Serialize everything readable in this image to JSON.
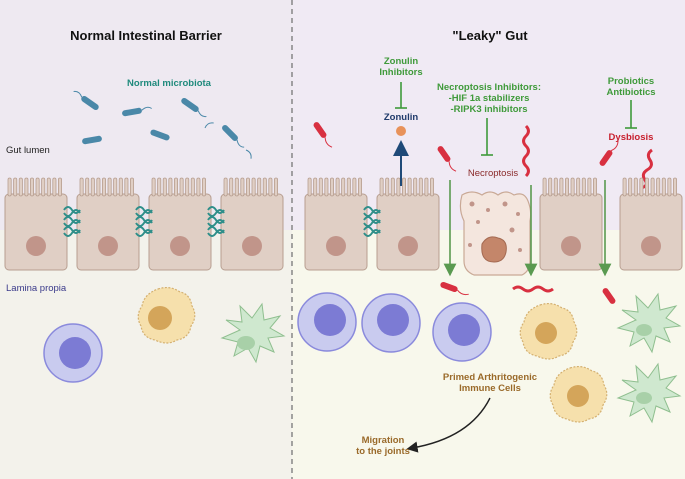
{
  "panels": {
    "left": {
      "title": "Normal Intestinal Barrier",
      "microbiota_label": "Normal microbiota",
      "gut_lumen_label": "Gut lumen",
      "lamina_propia_label": "Lamina propia"
    },
    "right": {
      "title": "\"Leaky\" Gut",
      "zonulin_inhibitors_label": "Zonulin\nInhibitors",
      "zonulin_label": "Zonulin",
      "necroptosis_inhibitors_label": "Necroptosis Inhibitors:\n-HIF 1a stabilizers\n-RIPK3 inhibitors",
      "necroptosis_label": "Necroptosis",
      "probiotics_label": "Probiotics\nAntibiotics",
      "dysbiosis_label": "Dysbiosis",
      "primed_cells_label": "Primed Arthritogenic\nImmune Cells",
      "migration_label": "Migration\nto the joints"
    }
  },
  "colors": {
    "lumen": "#f0eaf4",
    "lamina": "#f8f8ec",
    "epithelium": "#e0cfc5",
    "nucleus": "#c1958a",
    "tight_junction": "#2f8f8a",
    "commensal": "#4a88a8",
    "pathobiont": "#d83040",
    "inhibitor_green": "#3f9a3a",
    "zonulin_arrow": "#1f4a78",
    "lymphocyte": "#8a8adc",
    "macrophage": "#f3d79a",
    "dendritic": "#cfe8cf"
  }
}
